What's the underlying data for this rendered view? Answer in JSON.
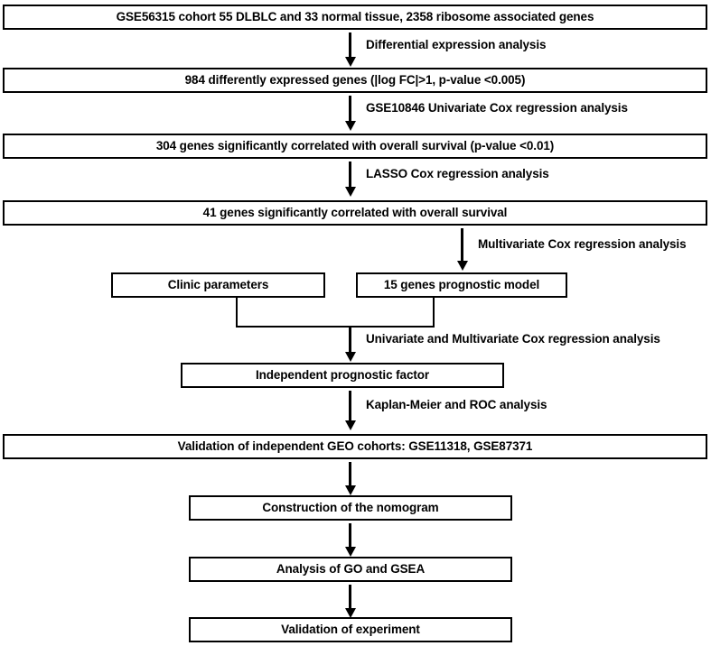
{
  "diagram": {
    "title": "Study workflow flowchart",
    "stroke_color": "#000000",
    "background_color": "#ffffff",
    "nodes": [
      {
        "id": "cohort",
        "label": "GSE56315 cohort 55 DLBLC and 33 normal tissue, 2358 ribosome associated genes"
      },
      {
        "id": "deg",
        "label": "984 differently expressed genes (|log FC|>1, p-value <0.005)"
      },
      {
        "id": "genes304",
        "label": "304 genes significantly correlated with overall survival (p-value <0.01)"
      },
      {
        "id": "genes41",
        "label": "41 genes significantly correlated with overall survival"
      },
      {
        "id": "clinic",
        "label": "Clinic parameters"
      },
      {
        "id": "model15",
        "label": "15 genes prognostic model"
      },
      {
        "id": "indepfactor",
        "label": "Independent prognostic factor"
      },
      {
        "id": "validgeo",
        "label": "Validation of independent GEO cohorts: GSE11318, GSE87371"
      },
      {
        "id": "nomogram",
        "label": "Construction of the nomogram"
      },
      {
        "id": "gogsea",
        "label": "Analysis of GO and GSEA"
      },
      {
        "id": "validexp",
        "label": "Validation of experiment"
      }
    ],
    "edge_labels": [
      {
        "id": "e1",
        "label": "Differential expression analysis"
      },
      {
        "id": "e2",
        "label": "GSE10846 Univariate Cox regression analysis"
      },
      {
        "id": "e3",
        "label": "LASSO  Cox regression analysis"
      },
      {
        "id": "e4",
        "label": "Multivariate  Cox regression analysis"
      },
      {
        "id": "e5",
        "label": "Univariate and Multivariate  Cox regression analysis"
      },
      {
        "id": "e6",
        "label": "Kaplan-Meier  and ROC analysis"
      }
    ]
  }
}
